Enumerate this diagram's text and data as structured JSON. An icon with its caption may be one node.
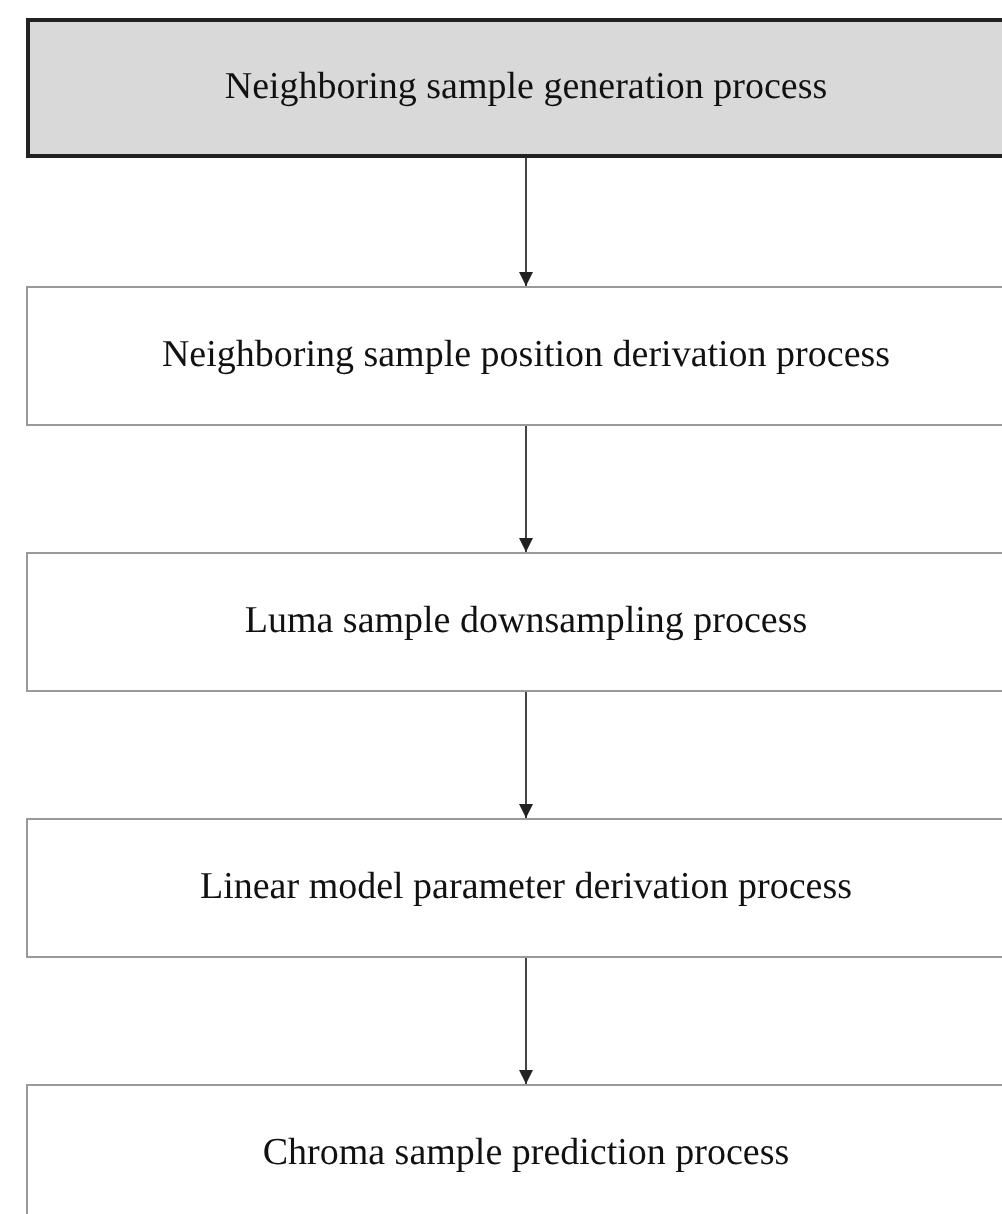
{
  "diagram": {
    "nodes": [
      {
        "text": [
          "Neighboring sample generation process"
        ]
      },
      {
        "text": [
          "Neighboring sample position derivation process"
        ]
      },
      {
        "text": [
          "Luma sample downsampling process"
        ]
      },
      {
        "text": [
          "Linear model parameter derivation process"
        ]
      },
      {
        "text": [
          "Chroma sample prediction process"
        ]
      }
    ],
    "edges": [
      {
        "from": 0,
        "to": 1,
        "arrow": "to"
      },
      {
        "from": 1,
        "to": 2,
        "arrow": "to"
      },
      {
        "from": 2,
        "to": 3,
        "arrow": "to"
      },
      {
        "from": 3,
        "to": 4,
        "arrow": "to"
      }
    ]
  }
}
